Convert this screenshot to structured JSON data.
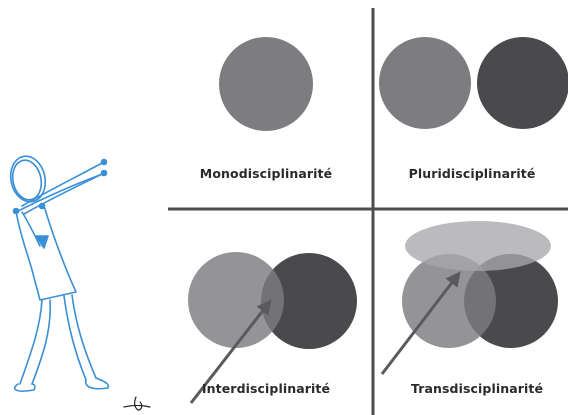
{
  "quadrants": {
    "mono": {
      "label": "Monodisciplinarité"
    },
    "pluri": {
      "label": "Pluridisciplinarité"
    },
    "inter": {
      "label": "Interdisciplinarité"
    },
    "trans": {
      "label": "Transdisciplinarité"
    }
  },
  "colors": {
    "light_circle": "#7d7d80",
    "dark_circle": "#4a4a4d",
    "divider": "#4d4d50",
    "figure_stroke": "#3a8fd6",
    "arrow": "#5a5a5e"
  },
  "illustration": {
    "figure": "stick-figure-pointing-icon",
    "signature": "signature-mark"
  }
}
